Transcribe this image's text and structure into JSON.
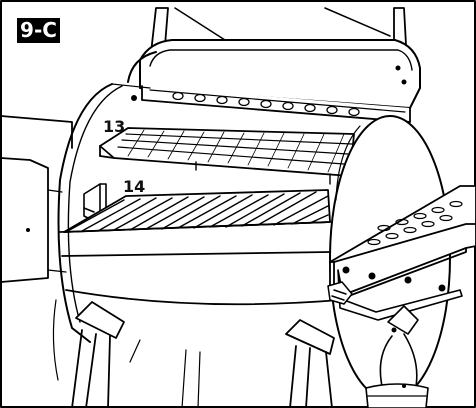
{
  "step": {
    "label": "9-C"
  },
  "callouts": [
    {
      "number": "13",
      "part": "upper-grill-rack"
    },
    {
      "number": "14",
      "part": "lower-grill-grate"
    }
  ],
  "colors": {
    "line": "#000000",
    "badge_background": "#000000",
    "badge_text": "#ffffff",
    "drawing_fill": "#ffffff"
  }
}
